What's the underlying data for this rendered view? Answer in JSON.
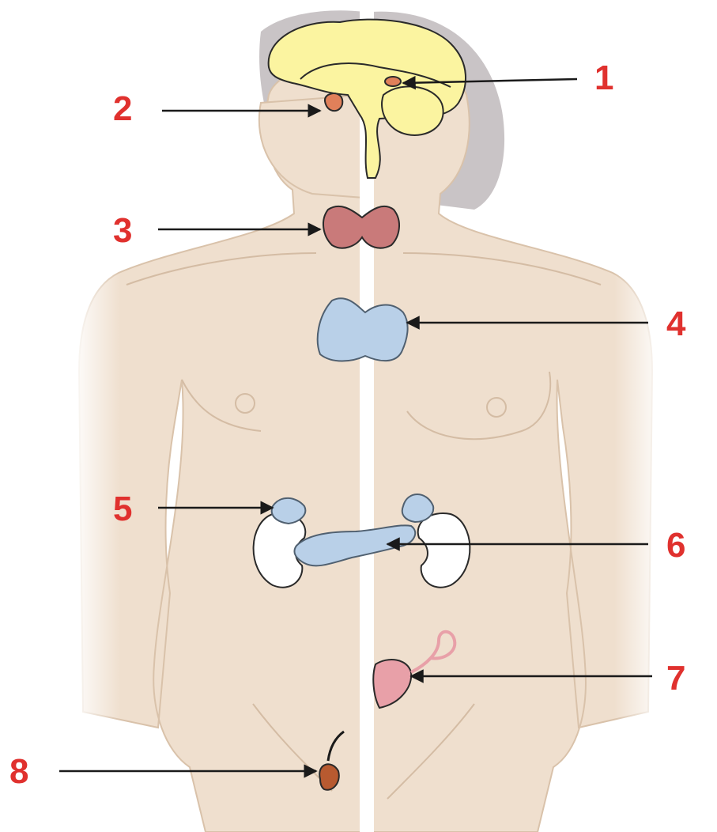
{
  "colors": {
    "label": "#e0312e",
    "arrow": "#1a1a1a",
    "skin": "#efdfce",
    "skin_outline": "#d9c2aa",
    "hair": "#c9c4c6",
    "brain": "#fbf4a0",
    "brain_outline": "#2a2a2a",
    "thyroid": "#c97a7a",
    "pituitary": "#e0805a",
    "blue_gland": "#b9d0e8",
    "blue_outline": "#506070",
    "kidney": "#ffffff",
    "uterus": "#e8a0a8",
    "testis": "#b85a30",
    "divider": "#ffffff"
  },
  "labels": [
    "1",
    "2",
    "3",
    "4",
    "5",
    "6",
    "7",
    "8"
  ]
}
